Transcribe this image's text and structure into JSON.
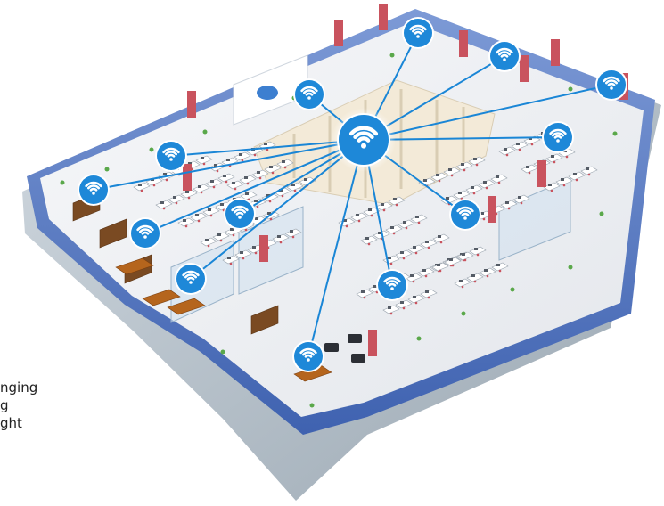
{
  "colors": {
    "wifi_blue": "#1e88d8",
    "link_line": "#1a86d6",
    "glass_wall": "#5b7fc9",
    "floor": "#eef0f3",
    "partition": "#f3ead8",
    "red_column": "#c9535e",
    "wood_furniture": "#b5651d",
    "bookshelf": "#7a4a22",
    "ground": "#b8c3cc"
  },
  "hub": {
    "icon": "wifi-icon",
    "label": ""
  },
  "access_points": [
    {
      "icon": "wifi-icon"
    },
    {
      "icon": "wifi-icon"
    },
    {
      "icon": "wifi-icon"
    },
    {
      "icon": "wifi-icon"
    },
    {
      "icon": "wifi-icon"
    },
    {
      "icon": "wifi-icon"
    },
    {
      "icon": "wifi-icon"
    },
    {
      "icon": "wifi-icon"
    },
    {
      "icon": "wifi-icon"
    },
    {
      "icon": "wifi-icon"
    },
    {
      "icon": "wifi-icon"
    },
    {
      "icon": "wifi-icon"
    },
    {
      "icon": "wifi-icon"
    },
    {
      "icon": "wifi-icon"
    }
  ],
  "cut_off_text": [
    "nging",
    "g",
    "ght"
  ]
}
